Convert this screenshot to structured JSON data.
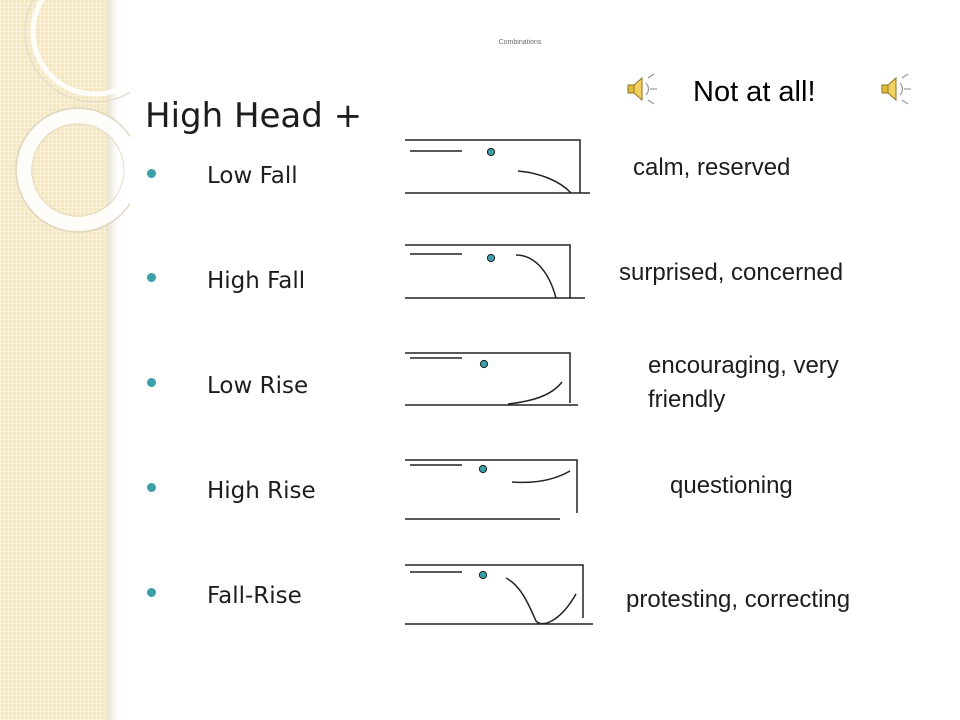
{
  "slide": {
    "small_title": "Combinations",
    "heading": "High Head +",
    "example_phrase": "Not at all!",
    "accent_color": "#3aa0a9"
  },
  "items": [
    {
      "label": "Low Fall",
      "meaning": "calm, reserved"
    },
    {
      "label": "High Fall",
      "meaning": "surprised, concerned"
    },
    {
      "label": "Low Rise",
      "meaning_line1": "encouraging, very",
      "meaning_line2": "friendly"
    },
    {
      "label": "High Rise",
      "meaning": "questioning"
    },
    {
      "label": "Fall-Rise",
      "meaning": "protesting, correcting"
    }
  ],
  "icons": [
    "speaker-icon",
    "speaker-icon"
  ]
}
